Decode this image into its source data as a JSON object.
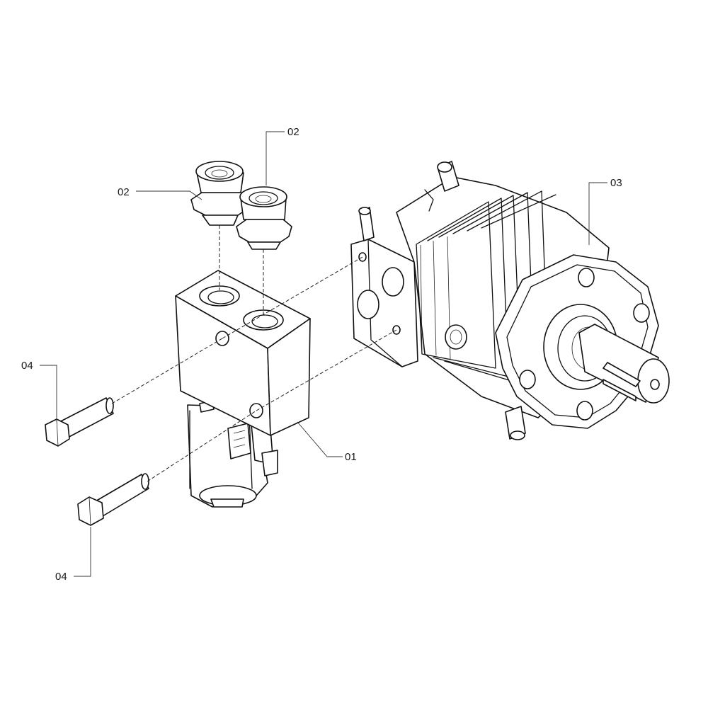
{
  "callouts": {
    "fitting_left": "02",
    "fitting_right": "02",
    "motor": "03",
    "valve_block": "01",
    "bolt_upper": "04",
    "bolt_lower": "04"
  }
}
